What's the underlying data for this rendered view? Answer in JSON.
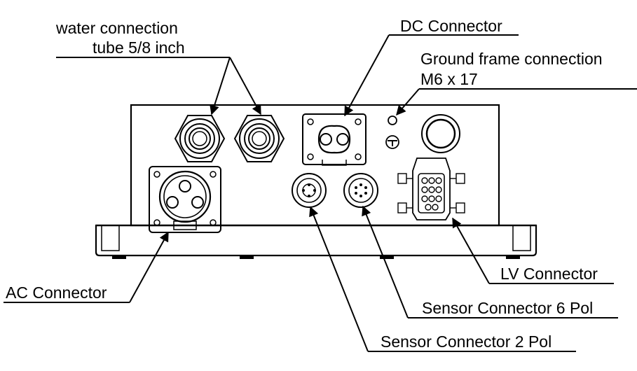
{
  "labels": {
    "water": [
      "water connection",
      "tube 5/8 inch"
    ],
    "dc": "DC Connector",
    "ground": [
      "Ground frame connection",
      "M6 x 17"
    ],
    "ac": "AC Connector",
    "lv": "LV Connector",
    "sensor6": "Sensor Connector 6 Pol",
    "sensor2": "Sensor Connector 2 Pol"
  }
}
